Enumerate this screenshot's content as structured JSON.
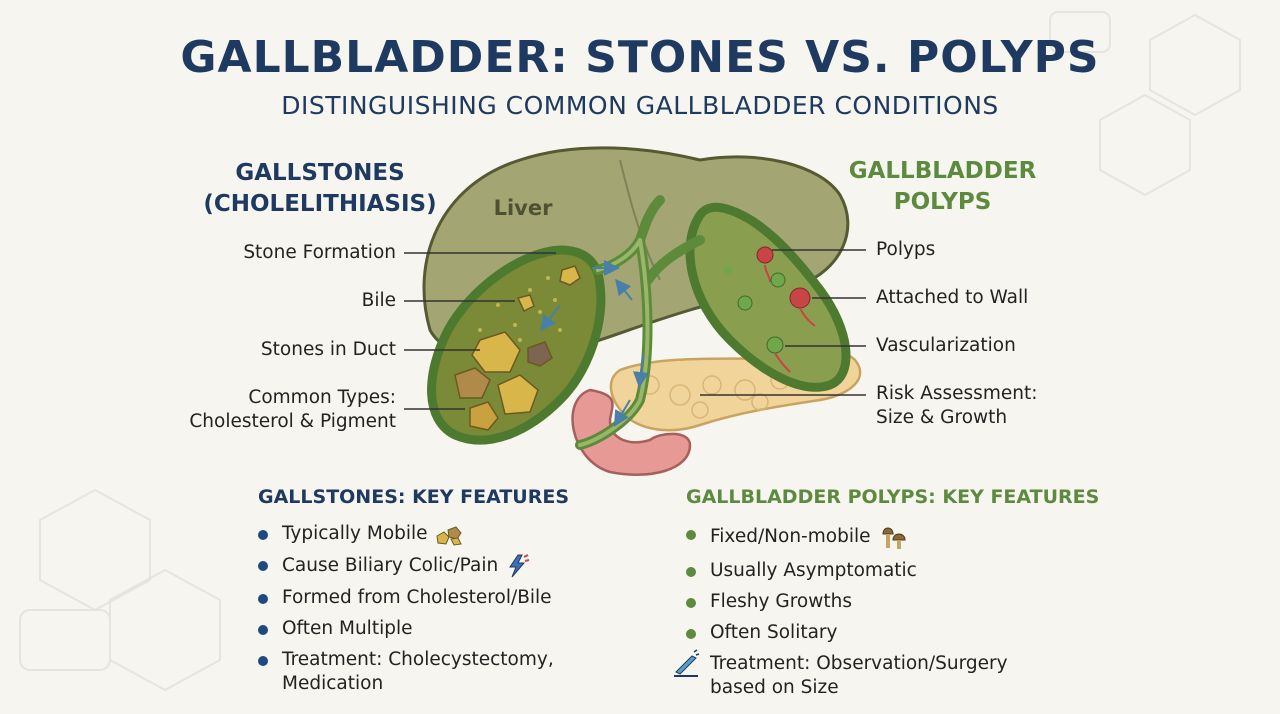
{
  "header": {
    "title": "GALLBLADDER: STONES VS. POLYPS",
    "subtitle": "DISTINGUISHING COMMON GALLBLADDER CONDITIONS"
  },
  "diagram": {
    "liver_label": "Liver"
  },
  "gallstones": {
    "heading_line1": "GALLSTONES",
    "heading_line2": "(CHOLELITHIASIS)",
    "labels": {
      "stone_formation": "Stone Formation",
      "bile": "Bile",
      "stones_in_duct": "Stones in Duct",
      "common_types_line1": "Common Types:",
      "common_types_line2": "Cholesterol & Pigment"
    },
    "features_heading": "GALLSTONES: KEY FEATURES",
    "features": [
      "Typically Mobile",
      "Cause Biliary Colic/Pain",
      "Formed from Cholesterol/Bile",
      "Often Multiple",
      "Treatment: Cholecystectomy,",
      "Medication"
    ]
  },
  "polyps": {
    "heading_line1": "GALLBLADDER",
    "heading_line2": "POLYPS",
    "labels": {
      "polyps": "Polyps",
      "attached_to_wall": "Attached to Wall",
      "vascularization": "Vascularization",
      "risk_line1": "Risk Assessment:",
      "risk_line2": "Size & Growth"
    },
    "features_heading": "GALLBLADDER POLYPS: KEY FEATURES",
    "features": [
      "Fixed/Non-mobile",
      "Usually Asymptomatic",
      "Fleshy Growths",
      "Often Solitary",
      "Treatment: Observation/Surgery",
      "based on Size"
    ]
  },
  "colors": {
    "navy": "#1f3a60",
    "green": "#5c8a3f",
    "liver": "#a3a673",
    "gallbladder_wall": "#5e8a3c",
    "bile": "#7a8a36",
    "stone": "#d9b64a",
    "polyp": "#c94444",
    "pancreas": "#f1d49a",
    "duodenum": "#e79a95"
  },
  "icons": {
    "stones": "stones-icon",
    "pain": "lightning-pain-icon",
    "polyp": "mushroom-polyp-icon",
    "surgery": "scalpel-icon"
  }
}
